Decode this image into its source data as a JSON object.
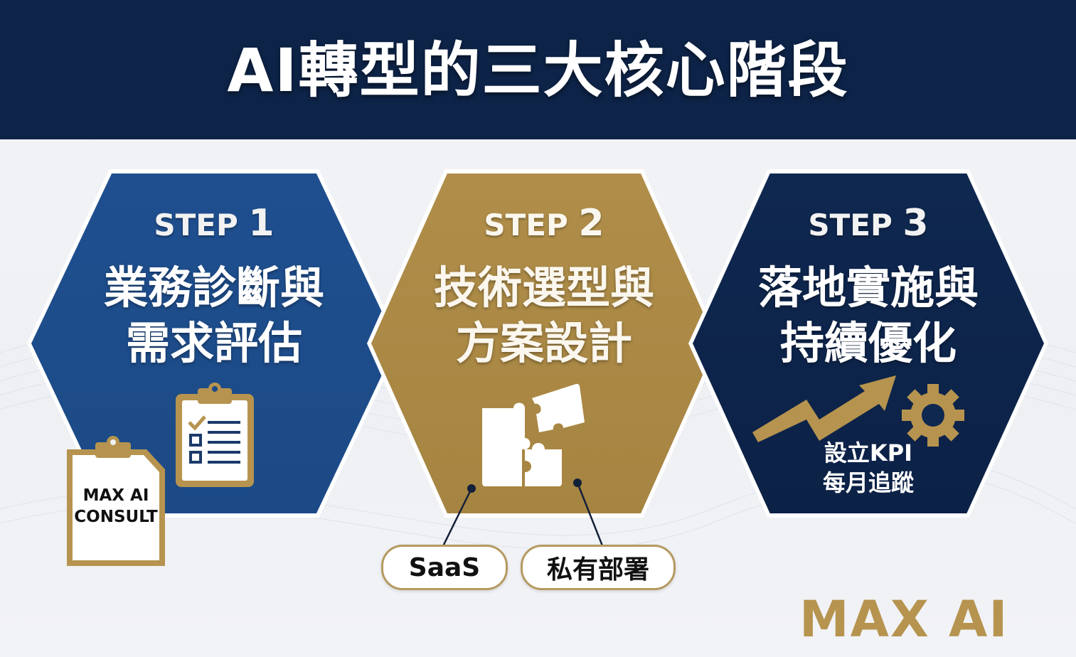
{
  "header": {
    "title": "AI轉型的三大核心階段"
  },
  "steps": [
    {
      "step_label": "STEP",
      "step_number": "1",
      "title_line1": "業務診斷與",
      "title_line2": "需求評估",
      "icon": "clipboard-checklist-icon",
      "badge": {
        "line1": "MAX AI",
        "line2": "CONSULT"
      },
      "color": "#1f4f8f"
    },
    {
      "step_label": "STEP",
      "step_number": "2",
      "title_line1": "技術選型與",
      "title_line2": "方案設計",
      "icon": "puzzle-icon",
      "options": [
        "SaaS",
        "私有部署"
      ],
      "color": "#ad8b47"
    },
    {
      "step_label": "STEP",
      "step_number": "3",
      "title_line1": "落地實施與",
      "title_line2": "持續優化",
      "icon": "growth-arrow-gear-icon",
      "note_line1": "設立KPI",
      "note_line2": "每月追蹤",
      "color": "#0f2850"
    }
  ],
  "brand": {
    "logo": "MAX AI",
    "accent": "#b6944f",
    "navy": "#0d2347"
  }
}
